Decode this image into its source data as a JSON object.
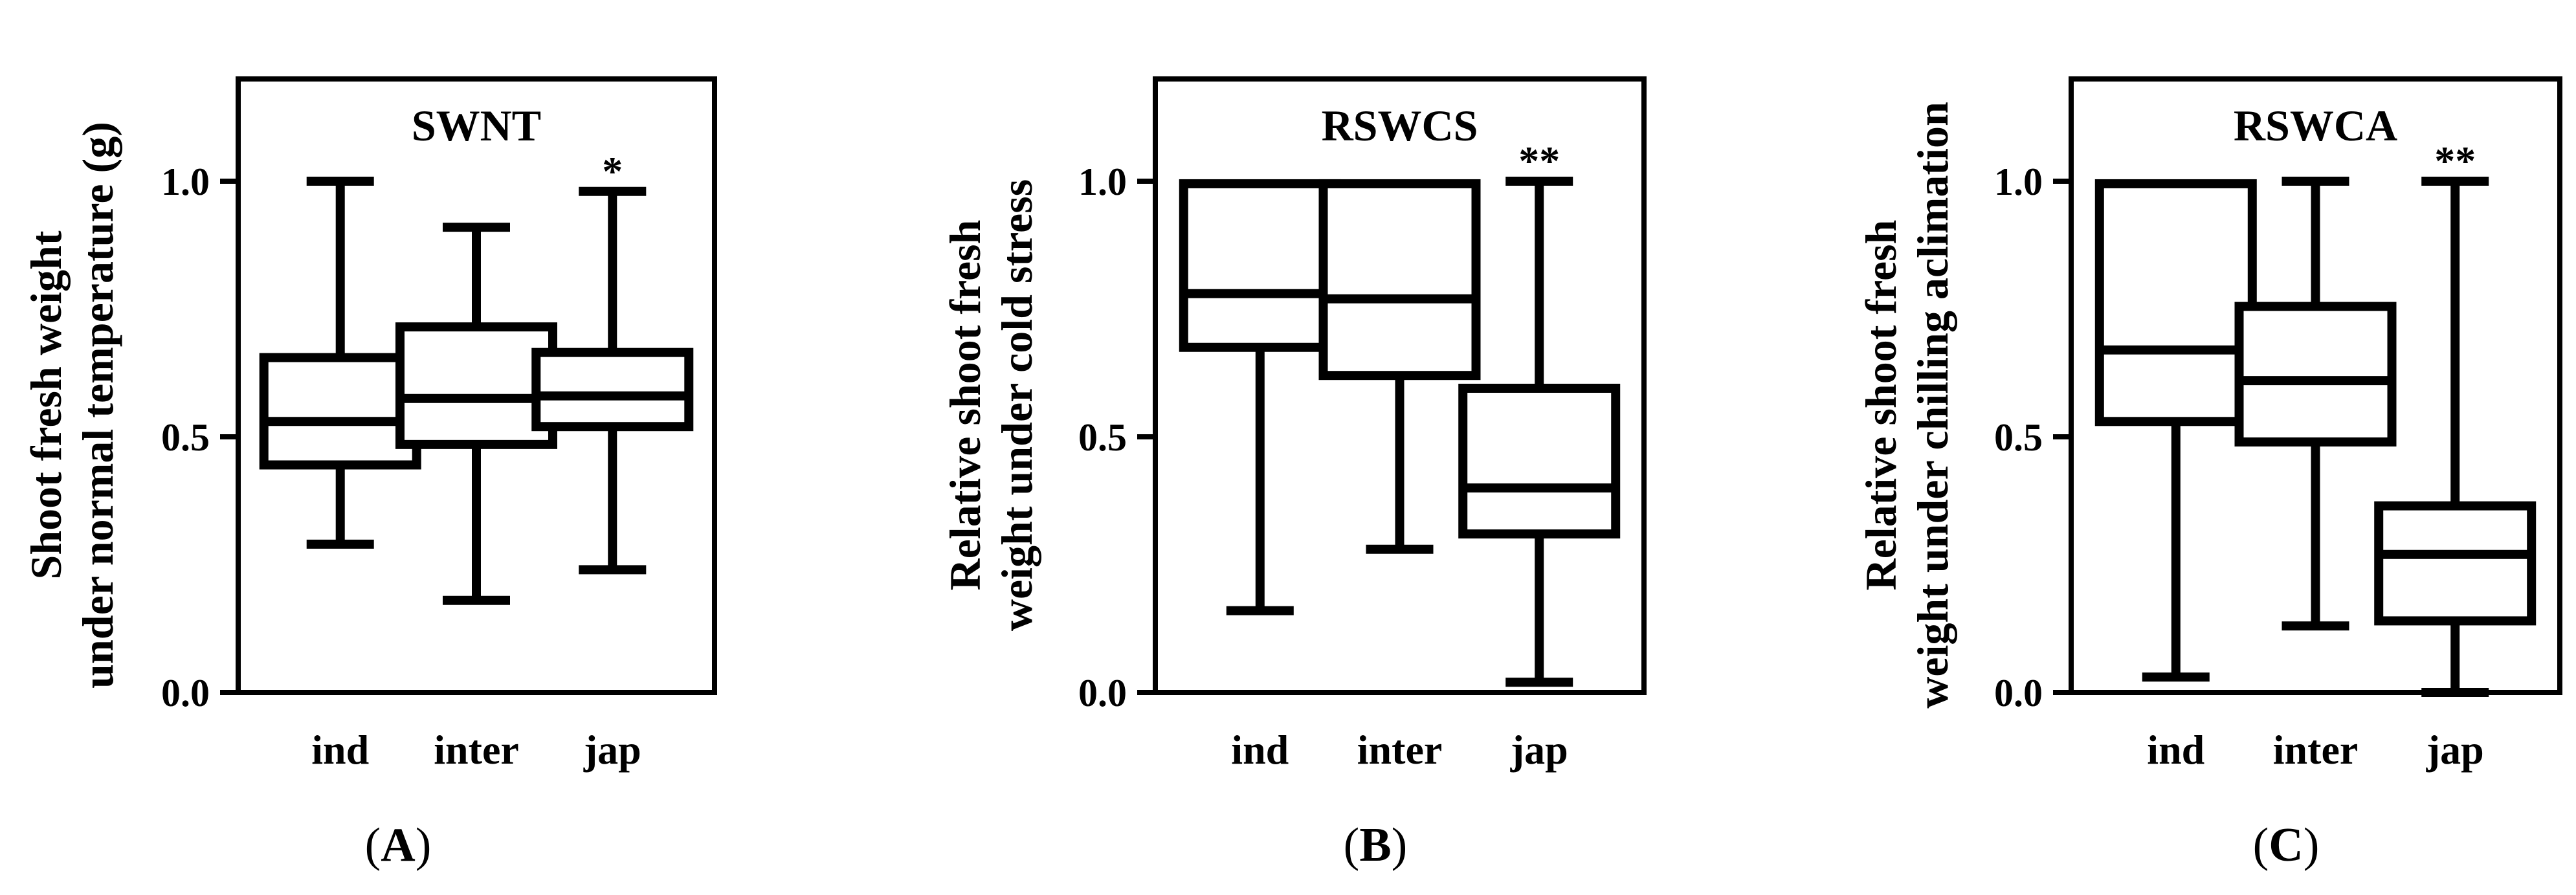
{
  "chart_data": [
    {
      "type": "box",
      "panel_label": "A",
      "title": "SWNT",
      "ylabel_lines": [
        "Shoot fresh weight",
        "under normal temperature (g)"
      ],
      "ylim": [
        0,
        1.2
      ],
      "yticks": [
        0.0,
        0.5,
        1.0
      ],
      "ytick_labels": [
        "0.0",
        "0.5",
        "1.0"
      ],
      "grid": false,
      "categories": [
        "ind",
        "inter",
        "jap"
      ],
      "boxes": [
        {
          "category": "ind",
          "min": 0.29,
          "q1": 0.445,
          "median": 0.53,
          "q3": 0.655,
          "max": 1.0,
          "annotation": ""
        },
        {
          "category": "inter",
          "min": 0.18,
          "q1": 0.485,
          "median": 0.575,
          "q3": 0.715,
          "max": 0.91,
          "annotation": ""
        },
        {
          "category": "jap",
          "min": 0.24,
          "q1": 0.52,
          "median": 0.58,
          "q3": 0.665,
          "max": 0.98,
          "annotation": "*"
        }
      ]
    },
    {
      "type": "box",
      "panel_label": "B",
      "title": "RSWCS",
      "ylabel_lines": [
        "Relative shoot fresh",
        "weight under cold stress"
      ],
      "ylim": [
        0,
        1.2
      ],
      "yticks": [
        0.0,
        0.5,
        1.0
      ],
      "ytick_labels": [
        "0.0",
        "0.5",
        "1.0"
      ],
      "grid": false,
      "categories": [
        "ind",
        "inter",
        "jap"
      ],
      "boxes": [
        {
          "category": "ind",
          "min": 0.16,
          "q1": 0.675,
          "median": 0.78,
          "q3": 0.995,
          "max": 0.995,
          "annotation": ""
        },
        {
          "category": "inter",
          "min": 0.28,
          "q1": 0.62,
          "median": 0.77,
          "q3": 0.995,
          "max": 0.995,
          "annotation": ""
        },
        {
          "category": "jap",
          "min": 0.02,
          "q1": 0.31,
          "median": 0.4,
          "q3": 0.595,
          "max": 1.0,
          "annotation": "**"
        }
      ]
    },
    {
      "type": "box",
      "panel_label": "C",
      "title": "RSWCA",
      "ylabel_lines": [
        "Relative shoot fresh",
        "weight under chilling aclimation"
      ],
      "ylim": [
        0,
        1.2
      ],
      "yticks": [
        0.0,
        0.5,
        1.0
      ],
      "ytick_labels": [
        "0.0",
        "0.5",
        "1.0"
      ],
      "grid": false,
      "categories": [
        "ind",
        "inter",
        "jap"
      ],
      "boxes": [
        {
          "category": "ind",
          "min": 0.03,
          "q1": 0.53,
          "median": 0.67,
          "q3": 0.995,
          "max": 0.995,
          "annotation": ""
        },
        {
          "category": "inter",
          "min": 0.13,
          "q1": 0.49,
          "median": 0.61,
          "q3": 0.755,
          "max": 1.0,
          "annotation": ""
        },
        {
          "category": "jap",
          "min": 0.0,
          "q1": 0.14,
          "median": 0.27,
          "q3": 0.365,
          "max": 1.0,
          "annotation": "**"
        }
      ]
    }
  ]
}
